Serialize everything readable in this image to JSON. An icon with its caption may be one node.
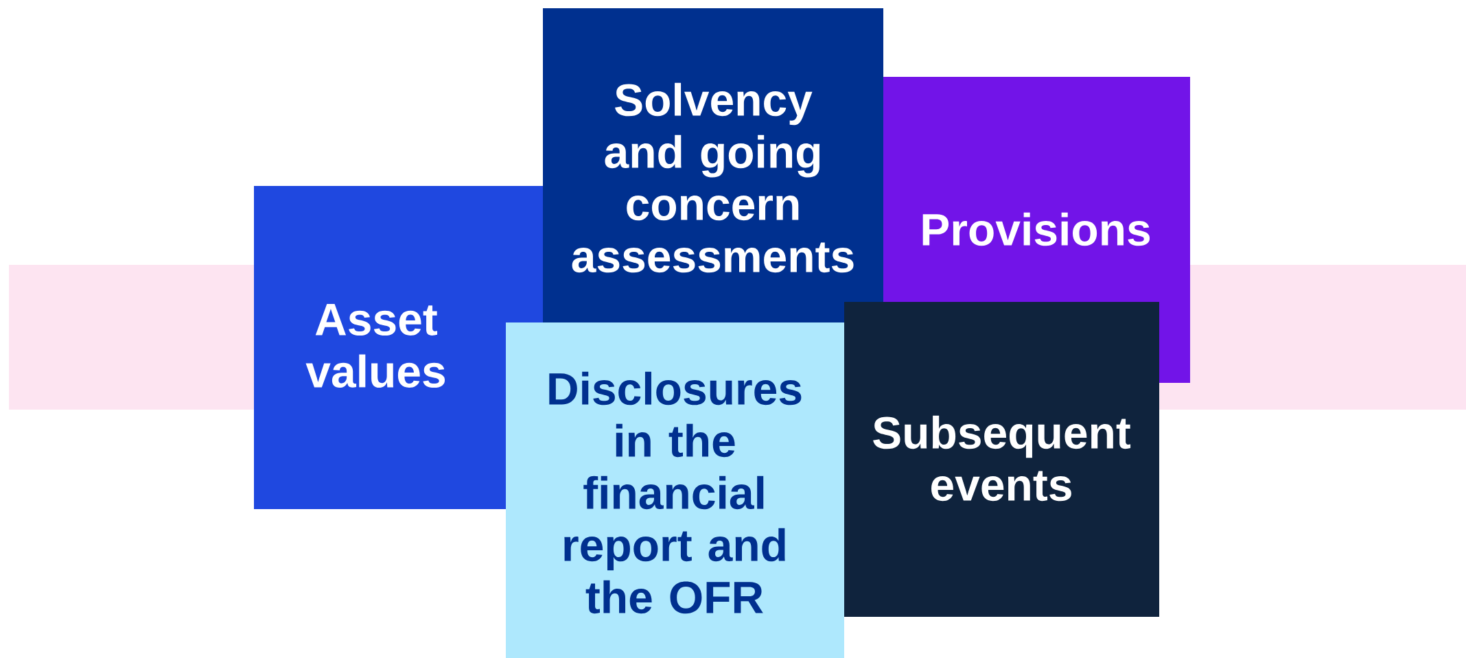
{
  "diagram": {
    "nodes": [
      {
        "text": [
          "Asset values"
        ]
      },
      {
        "text": [
          "Solvency and going concern assessments"
        ]
      },
      {
        "text": [
          "Provisions"
        ]
      },
      {
        "text": [
          "Disclosures in the financial report and the OFR"
        ]
      },
      {
        "text": [
          "Subsequent events"
        ]
      }
    ]
  }
}
